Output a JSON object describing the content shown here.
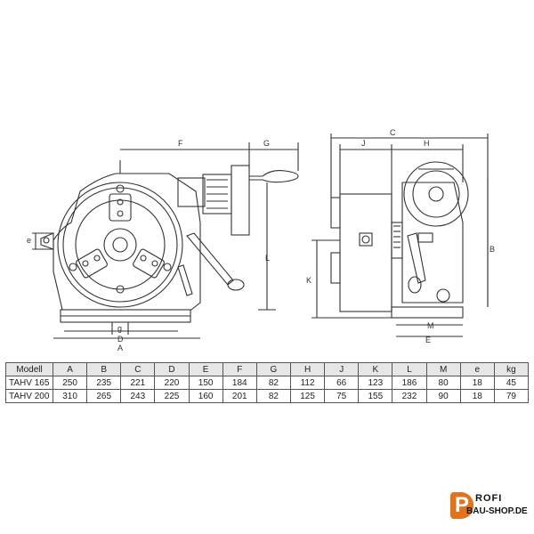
{
  "dimension_labels": {
    "A": "A",
    "B": "B",
    "C": "C",
    "D": "D",
    "E": "E",
    "F": "F",
    "G": "G",
    "H": "H",
    "J": "J",
    "K": "K",
    "L": "L",
    "M": "M",
    "e": "e",
    "g": "g"
  },
  "table": {
    "headers": [
      "Modell",
      "A",
      "B",
      "C",
      "D",
      "E",
      "F",
      "G",
      "H",
      "J",
      "K",
      "L",
      "M",
      "e",
      "kg"
    ],
    "rows": [
      [
        "TAHV 165",
        "250",
        "235",
        "221",
        "220",
        "150",
        "184",
        "82",
        "112",
        "66",
        "123",
        "186",
        "80",
        "18",
        "45"
      ],
      [
        "TAHV 200",
        "310",
        "265",
        "243",
        "225",
        "160",
        "201",
        "82",
        "125",
        "75",
        "155",
        "232",
        "90",
        "18",
        "79"
      ]
    ]
  },
  "logo": {
    "line1": "ROFI",
    "line2": "BAU-SHOP.DE",
    "letter": "P"
  },
  "colors": {
    "line": "#333333",
    "logo_accent": "#e0731c"
  }
}
